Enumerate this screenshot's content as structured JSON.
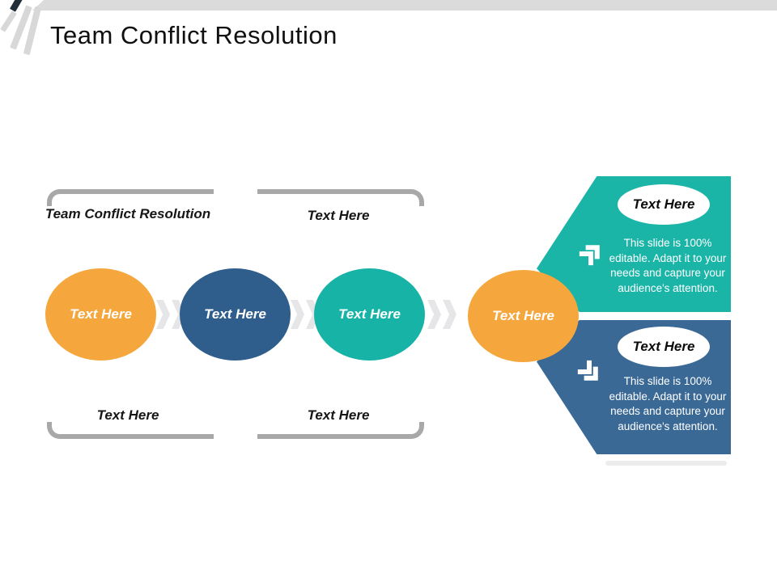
{
  "title": "Team Conflict Resolution",
  "decor": {
    "top_strip_color": "#DBDBDB",
    "slash_gray": "#D8D8D8",
    "slash_dark": "#232E39",
    "bracket_color": "#A8A8A8",
    "connector_color": "#E6E6E8"
  },
  "callouts": {
    "top_left": {
      "label": "Team Conflict Resolution"
    },
    "top_middle": {
      "label": "Text Here"
    },
    "bottom_left": {
      "label": "Text Here"
    },
    "bottom_middle": {
      "label": "Text Here"
    }
  },
  "process": {
    "steps": [
      {
        "label": "Text Here",
        "color": "#F5A63C"
      },
      {
        "label": "Text Here",
        "color": "#2F5E8C"
      },
      {
        "label": "Text Here",
        "color": "#16B3A6"
      },
      {
        "label": "Text Here",
        "color": "#F5A63C"
      }
    ]
  },
  "panels": [
    {
      "title": "Text Here",
      "body": "This slide is 100% editable. Adapt it to your needs and capture your audience's attention.",
      "color": "#1BB5A8",
      "icon": "double-chevron-up-right-icon"
    },
    {
      "title": "Text Here",
      "body": "This slide is 100% editable. Adapt it to your needs and capture your audience's attention.",
      "color": "#3A6996",
      "icon": "double-chevron-down-right-icon"
    }
  ]
}
